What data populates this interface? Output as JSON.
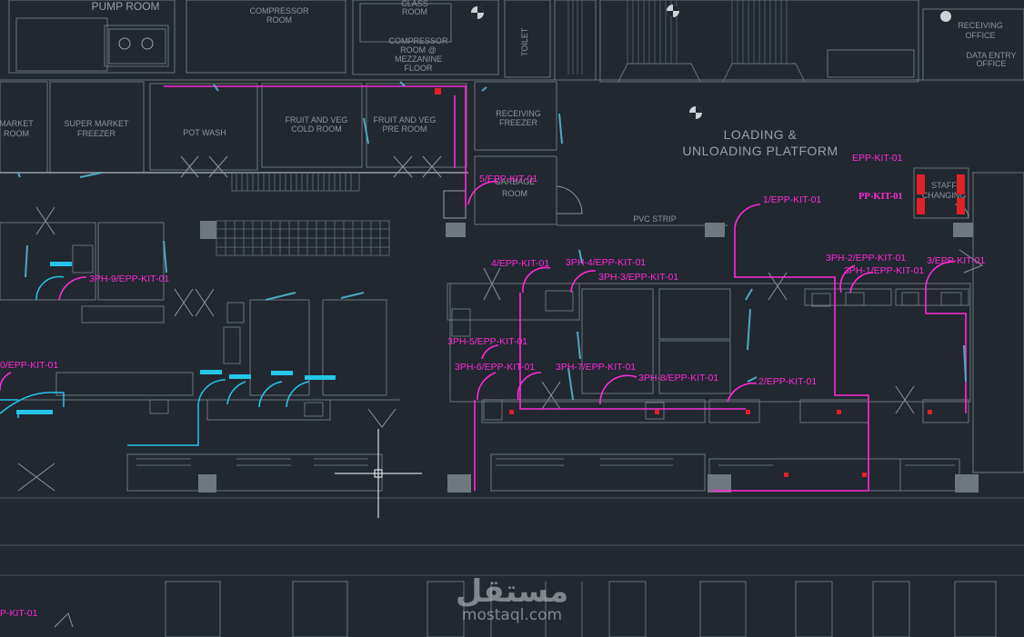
{
  "rooms": {
    "pump_room": "PUMP ROOM",
    "compressor_room": [
      "COMPRESSOR",
      "ROOM"
    ],
    "class_room": [
      "CLASS",
      "ROOM"
    ],
    "compressor_mezz": [
      "COMPRESSOR",
      "ROOM @",
      "MEZZANINE",
      "FLOOR"
    ],
    "toilet": "TOILET",
    "receiving_office": [
      "RECEIVING",
      "OFFICE"
    ],
    "data_entry_office": [
      "DATA ENTRY",
      "OFFICE"
    ],
    "market_room": [
      "MARKET",
      "ROOM"
    ],
    "supermarket_freezer": [
      "SUPER MARKET",
      "FREEZER"
    ],
    "pot_wash": "POT WASH",
    "fruit_veg_cold": [
      "FRUIT AND VEG",
      "COLD ROOM"
    ],
    "fruit_veg_pre": [
      "FRUIT AND VEG",
      "PRE ROOM"
    ],
    "receiving_freezer": [
      "RECEIVING",
      "FREEZER"
    ],
    "loading_platform": [
      "LOADING &",
      "UNLOADING PLATFORM"
    ],
    "garbage_room": [
      "GARBAGE",
      "ROOM"
    ],
    "staff_changing": [
      "STAFF",
      "CHANGING"
    ],
    "pvc_strip": "PVC STRIP"
  },
  "circuits": {
    "c1": "EPP-KIT-01",
    "c2": "PP-KIT-01",
    "c3": "5/EPP-KIT-01",
    "c4": "1/EPP-KIT-01",
    "c5": "3PH-9/EPP-KIT-01",
    "c6": "4/EPP-KIT-01",
    "c7": "3PH-4/EPP-KIT-01",
    "c8": "3PH-3/EPP-KIT-01",
    "c9": "3PH-2/EPP-KIT-01",
    "c10": "3PH-1/EPP-KIT-01",
    "c11": "3/EPP-KIT-01",
    "c12": "3PH-5/EPP-KIT-01",
    "c13": "3PH-6/EPP-KIT-01",
    "c14": "3PH-7/EPP-KIT-01",
    "c15": "3PH-8/EPP-KIT-01",
    "c16": "2/EPP-KIT-01",
    "c17": "0/EPP-KIT-01",
    "c18": "P-KIT-01"
  },
  "watermark": {
    "arabic": "مستقل",
    "latin": "mostaql.com"
  },
  "colors": {
    "background": "#212830",
    "circuit_primary": "#ff2bd6",
    "circuit_secondary": "#26c6e8",
    "walls": "#6b737b",
    "equipment_red": "#e0202a"
  }
}
